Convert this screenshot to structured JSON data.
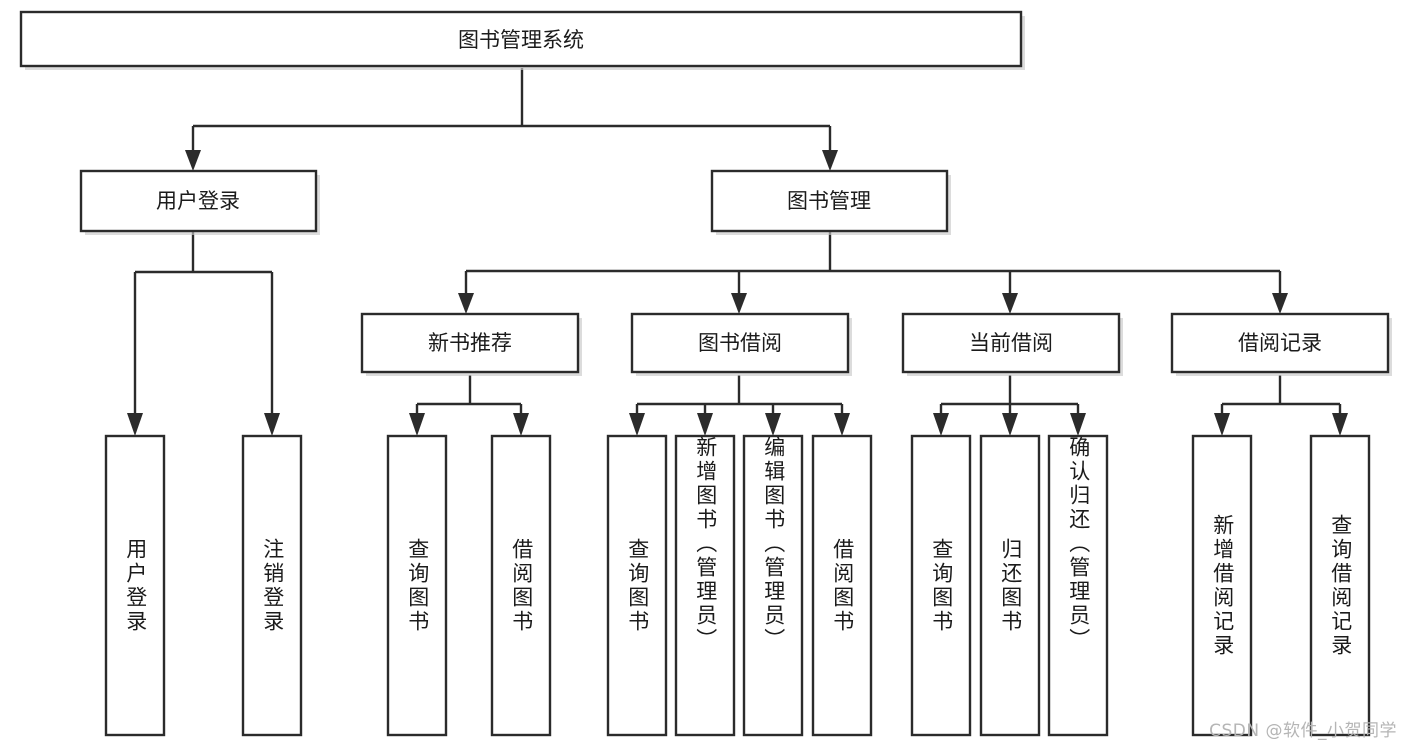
{
  "diagram": {
    "type": "tree-hierarchy-chart",
    "title": "图书管理系统",
    "watermark": "CSDN @软件_小贺同学",
    "colors": {
      "background": "#ffffff",
      "box_stroke": "#2b2b2b",
      "box_fill": "#ffffff",
      "text": "#1b1b1b",
      "connector": "#2b2b2b",
      "watermark": "#b5b5b5"
    },
    "levels": {
      "root": {
        "label": "图书管理系统"
      },
      "level2": [
        {
          "label": "用户登录"
        },
        {
          "label": "图书管理"
        }
      ],
      "level3": [
        {
          "label": "新书推荐"
        },
        {
          "label": "图书借阅"
        },
        {
          "label": "当前借阅"
        },
        {
          "label": "借阅记录"
        }
      ]
    },
    "leaves": {
      "user_login": [
        {
          "label": "用户登录"
        },
        {
          "label": "注销登录"
        }
      ],
      "new_book_recommend": [
        {
          "label": "查询图书"
        },
        {
          "label": "借阅图书"
        }
      ],
      "book_borrow": [
        {
          "label": "查询图书"
        },
        {
          "label": "新增图书（管理员）"
        },
        {
          "label": "编辑图书（管理员）"
        },
        {
          "label": "借阅图书"
        }
      ],
      "current_borrow": [
        {
          "label": "查询图书"
        },
        {
          "label": "归还图书"
        },
        {
          "label": "确认归还（管理员）"
        }
      ],
      "borrow_record": [
        {
          "label": "新增借阅记录"
        },
        {
          "label": "查询借阅记录"
        }
      ]
    }
  }
}
